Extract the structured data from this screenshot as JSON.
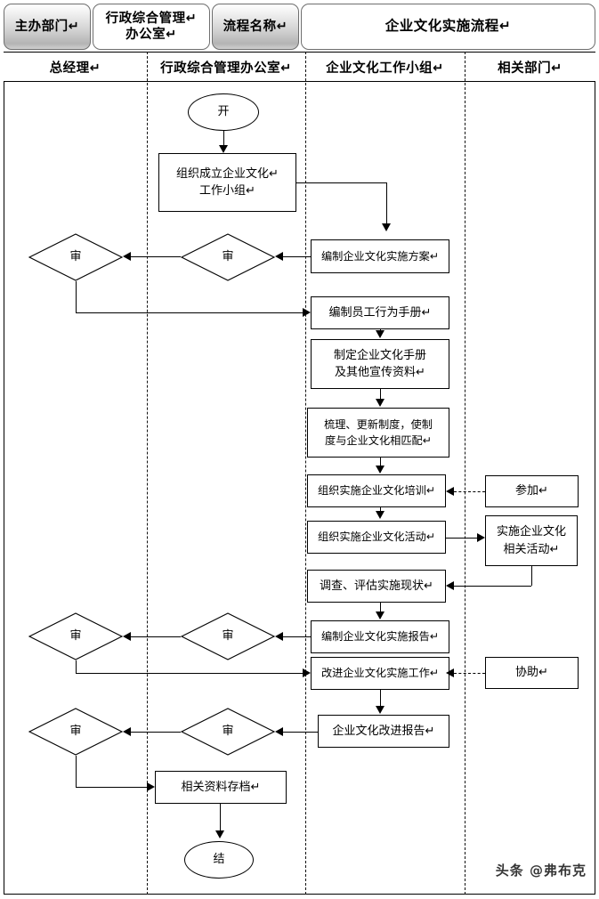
{
  "header": {
    "dept_tab": "主办部门↵",
    "office_tab": "行政综合管理↵\n办公室↵",
    "office_tab_line1": "行政综合管理↵",
    "office_tab_line2": "办公室↵",
    "process_name_tab": "流程名称↵",
    "process_title": "企业文化实施流程↵"
  },
  "lanes": [
    {
      "label": "总经理↵"
    },
    {
      "label": "行政综合管理办公室↵"
    },
    {
      "label": "企业文化工作小组↵"
    },
    {
      "label": "相关部门↵"
    }
  ],
  "nodes": {
    "start": "开",
    "end": "结",
    "setup_team_l1": "组织成立企业文化↵",
    "setup_team_l2": "工作小组↵",
    "review_1_office": "审",
    "review_1_gm": "审",
    "plan": "编制企业文化实施方案↵",
    "behavior_manual": "编制员工行为手册↵",
    "culture_manual_l1": "制定企业文化手册",
    "culture_manual_l2": "及其他宣传资料↵",
    "update_system_l1": "梳理、更新制度，使制",
    "update_system_l2": "度与企业文化相匹配↵",
    "training": "组织实施企业文化培训↵",
    "activities": "组织实施企业文化活动↵",
    "participate": "参加↵",
    "related_activities_l1": "实施企业文化",
    "related_activities_l2": "相关活动↵",
    "survey": "调查、评估实施现状↵",
    "impl_report": "编制企业文化实施报告↵",
    "review_2_office": "审",
    "review_2_gm": "审",
    "improve_work": "改进企业文化实施工作↵",
    "assist": "协助↵",
    "improve_report": "企业文化改进报告↵",
    "review_3_office": "审",
    "review_3_gm": "审",
    "archive": "相关资料存档↵"
  },
  "watermark": "头条 @弗布克",
  "colors": {
    "line": "#000000",
    "tab_border": "#6e6e6e",
    "tab_fill_top": "#ffffff",
    "tab_fill_bottom": "#b4b4b4",
    "page_bg": "#ffffff"
  }
}
